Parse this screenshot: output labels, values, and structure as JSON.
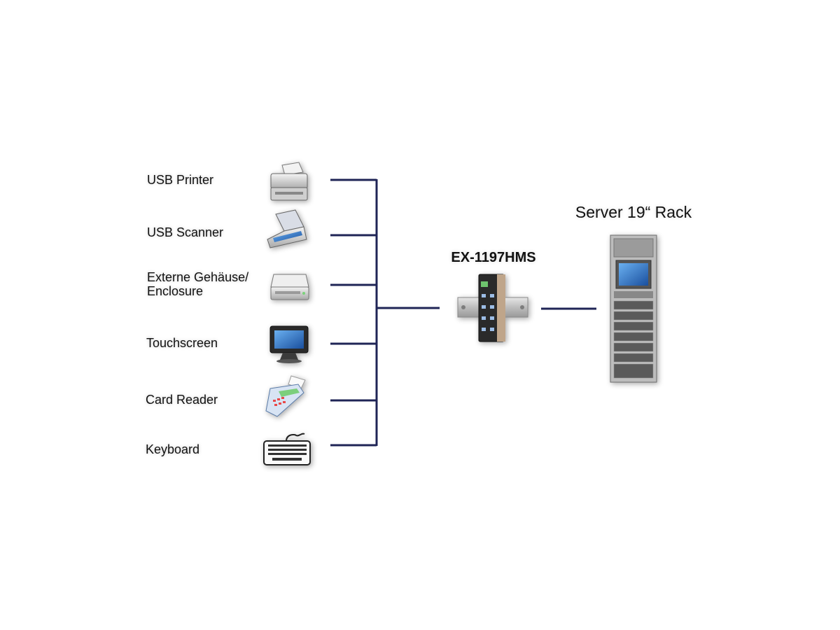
{
  "peripherals": [
    {
      "label": "USB Printer",
      "icon": "printer-icon"
    },
    {
      "label": "USB Scanner",
      "icon": "scanner-icon"
    },
    {
      "label": "Externe Gehäuse/\nEnclosure",
      "icon": "hard-drive-enclosure-icon"
    },
    {
      "label": "Touchscreen",
      "icon": "touchscreen-monitor-icon"
    },
    {
      "label": "Card Reader",
      "icon": "card-reader-icon"
    },
    {
      "label": "Keyboard",
      "icon": "keyboard-icon"
    }
  ],
  "hub": {
    "label": "EX-1197HMS",
    "icon": "usb-hub-din-rail-icon"
  },
  "server": {
    "label": "Server 19“ Rack",
    "icon": "server-rack-icon"
  },
  "colors": {
    "connector_line": "#1f2456",
    "background": "#ffffff"
  }
}
